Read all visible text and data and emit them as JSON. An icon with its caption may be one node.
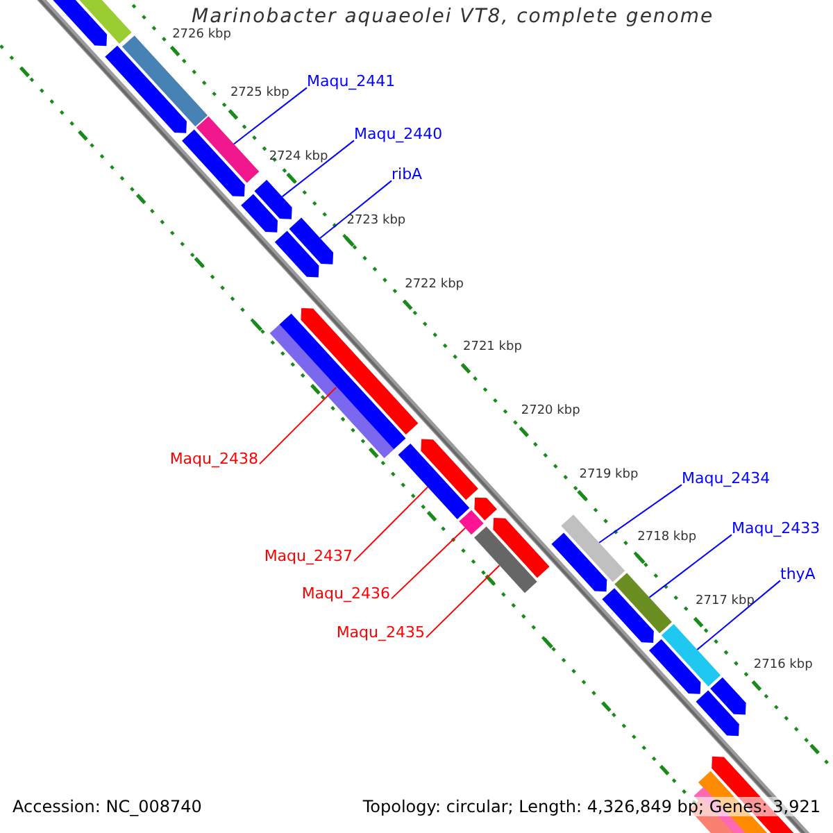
{
  "diagram": {
    "title": "Marinobacter aquaeolei VT8, complete genome",
    "nodes": [
      {
        "text": [
          "Maqu_2441"
        ]
      },
      {
        "text": [
          "Maqu_2440"
        ]
      },
      {
        "text": [
          "ribA"
        ]
      },
      {
        "text": [
          "Maqu_2438"
        ]
      },
      {
        "text": [
          "Maqu_2434"
        ]
      },
      {
        "text": [
          "Maqu_2433"
        ]
      },
      {
        "text": [
          "Maqu_2437"
        ]
      },
      {
        "text": [
          "thyA"
        ]
      },
      {
        "text": [
          "Maqu_2436"
        ]
      },
      {
        "text": [
          "Maqu_2435"
        ]
      },
      {
        "text": [],
        "shape": "bar"
      },
      {
        "text": [],
        "shape": "pentagon"
      },
      {
        "text": [],
        "shape": "pentagon"
      },
      {
        "text": [],
        "shape": "bar"
      },
      {
        "text": [],
        "shape": "bar"
      },
      {
        "text": [],
        "shape": "bar"
      },
      {
        "text": [],
        "shape": "bar"
      },
      {
        "text": [],
        "shape": "bar"
      },
      {
        "text": [],
        "shape": "bar"
      },
      {
        "text": [],
        "shape": "bar"
      },
      {
        "text": [],
        "shape": "pentagon"
      },
      {
        "text": [],
        "shape": "pentagon"
      },
      {
        "text": [],
        "shape": "pentagon"
      },
      {
        "text": [],
        "shape": "pentagon"
      },
      {
        "text": [],
        "shape": "pentagon"
      },
      {
        "text": [],
        "shape": "pentagon"
      },
      {
        "text": [],
        "shape": "pentagon"
      },
      {
        "text": [],
        "shape": "pentagon"
      },
      {
        "text": [],
        "shape": "pentagon"
      },
      {
        "text": [],
        "shape": "bar"
      },
      {
        "text": [],
        "shape": "bar"
      },
      {
        "text": [],
        "shape": "pentagon"
      },
      {
        "text": [],
        "shape": "pentagon"
      },
      {
        "text": [],
        "shape": "pentagon"
      },
      {
        "text": [],
        "shape": "pentagon"
      },
      {
        "text": [],
        "shape": "pentagon"
      },
      {
        "text": [],
        "shape": "pentagon"
      },
      {
        "text": [],
        "shape": "bar"
      },
      {
        "text": [],
        "shape": "bar"
      },
      {
        "text": [],
        "shape": "bar"
      },
      {
        "text": [],
        "shape": "bar"
      }
    ],
    "edges": [
      {
        "from": 0,
        "to": 10,
        "arrow": "none"
      },
      {
        "from": 1,
        "to": 11,
        "arrow": "none"
      },
      {
        "from": 2,
        "to": 12,
        "arrow": "none"
      },
      {
        "from": 3,
        "to": 13,
        "arrow": "none",
        "color": "#ff0000"
      },
      {
        "from": 4,
        "to": 14,
        "arrow": "none"
      },
      {
        "from": 5,
        "to": 15,
        "arrow": "none"
      },
      {
        "from": 6,
        "to": 16,
        "arrow": "none",
        "color": "#ff0000"
      },
      {
        "from": 7,
        "to": 17,
        "arrow": "none"
      },
      {
        "from": 8,
        "to": 18,
        "arrow": "none",
        "color": "#ff0000"
      },
      {
        "from": 9,
        "to": 19,
        "arrow": "none",
        "color": "#ff0000"
      }
    ],
    "labels": [
      "2726 kbp",
      "2725 kbp",
      "2724 kbp",
      "2723 kbp",
      "2722 kbp",
      "2721 kbp",
      "2720 kbp",
      "2719 kbp",
      "2718 kbp",
      "2717 kbp",
      "2716 kbp",
      "Accession: NC_008740",
      "Topology: circular; Length: 4,326,849 bp; Genes: 3,921"
    ]
  }
}
